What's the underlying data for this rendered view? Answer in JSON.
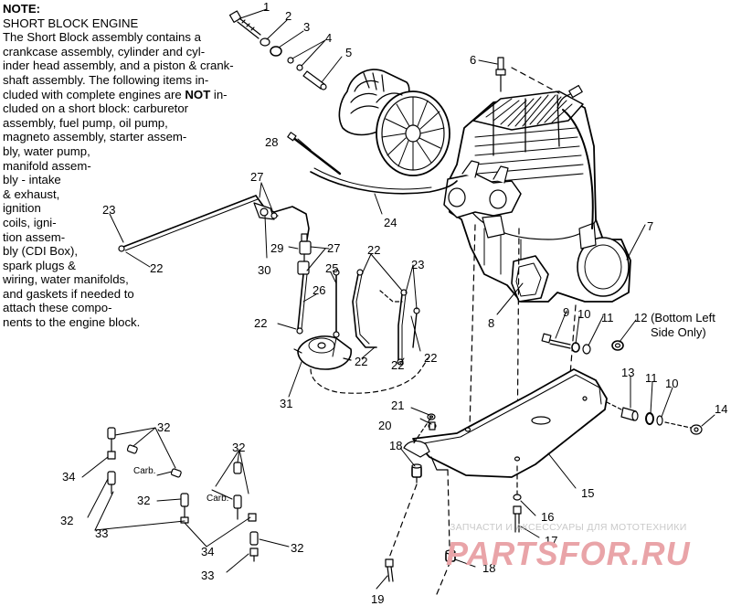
{
  "note": {
    "heading1": "NOTE:",
    "heading2": "SHORT BLOCK ENGINE",
    "lines": [
      "The Short Block assembly contains a",
      "crankcase assembly, cylinder and cyl-",
      "inder head assembly, and a piston & crank-",
      "shaft assembly.  The following items in-",
      "cluded with complete engines are "
    ],
    "not_word": "NOT",
    "not_tail": " in-",
    "lines2": [
      "cluded on a short block:  carburetor",
      "assembly, fuel pump, oil pump,",
      "magneto assembly, starter assem-",
      "bly, water pump,",
      "manifold assem-",
      "bly - intake",
      "& exhaust,",
      "ignition",
      "coils, igni-",
      "tion assem-",
      "bly (CDI Box),",
      "spark plugs &",
      "wiring, water manifolds,",
      "and gaskets if needed to",
      "attach these compo-",
      "nents to the engine block."
    ]
  },
  "callouts": {
    "c1": "1",
    "c2": "2",
    "c3": "3",
    "c4": "4",
    "c5": "5",
    "c6": "6",
    "c7": "7",
    "c8": "8",
    "c9": "9",
    "c10a": "10",
    "c11a": "11",
    "c12": "12 (Bottom Left",
    "c12b": "Side Only)",
    "c13": "13",
    "c11b": "11",
    "c10b": "10",
    "c14": "14",
    "c15": "15",
    "c16": "16",
    "c17": "17",
    "c18a": "18",
    "c18b": "18",
    "c19": "19",
    "c20": "20",
    "c21": "21",
    "c22a": "22",
    "c22b": "22",
    "c22c": "22",
    "c22d": "22",
    "c22e": "22",
    "c22f": "22",
    "c23a": "23",
    "c23b": "23",
    "c24": "24",
    "c25": "25",
    "c26": "26",
    "c27a": "27",
    "c27b": "27",
    "c28": "28",
    "c29": "29",
    "c30": "30",
    "c31": "31",
    "c32a": "32",
    "c32b": "32",
    "c32c": "32",
    "c32d": "32",
    "c32e": "32",
    "c33a": "33",
    "c33b": "33",
    "c34a": "34",
    "c34b": "34",
    "carb1": "Carb.",
    "carb2": "Carb."
  },
  "watermark": {
    "small": "ЗАПЧАСТИ И АКСЕССУАРЫ ДЛЯ МОТОТЕХНИКИ",
    "big": "PARTSFOR.RU"
  }
}
